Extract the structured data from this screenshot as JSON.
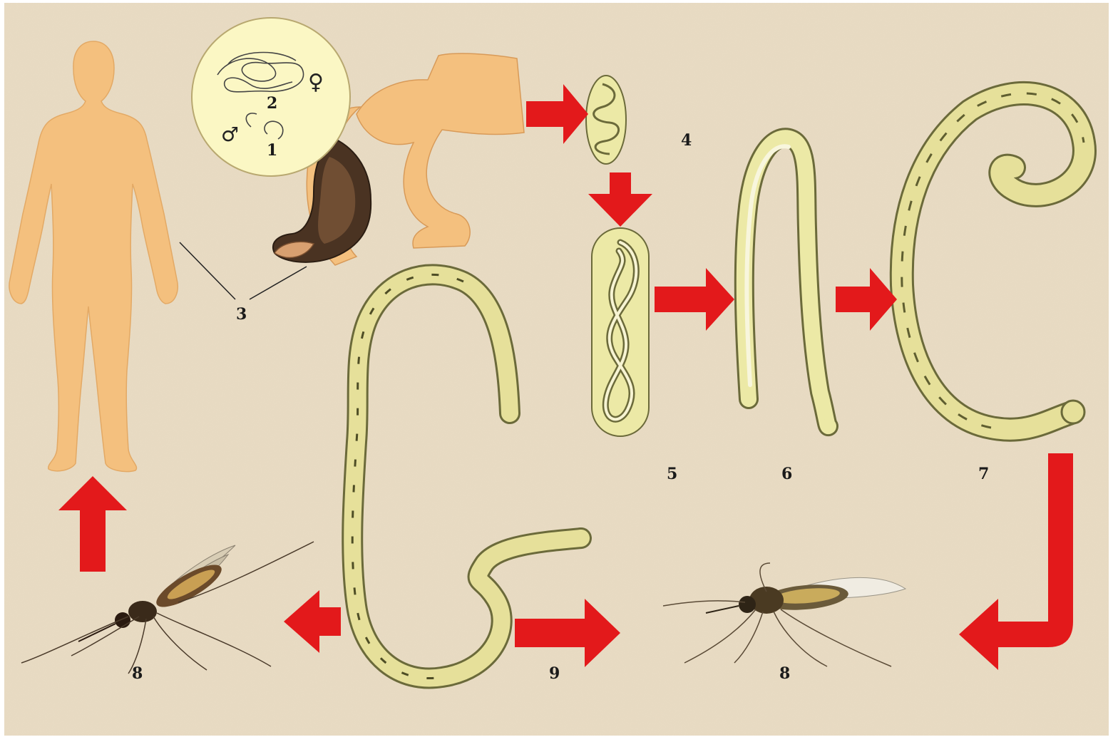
{
  "labels": {
    "l1": "1",
    "l2": "2",
    "l3": "3",
    "l4": "4",
    "l5": "5",
    "l6": "6",
    "l7": "7",
    "l8a": "8",
    "l8b": "8",
    "l9": "9"
  },
  "symbols": {
    "female": "♀",
    "male": "♂"
  },
  "colors": {
    "background": "#e9dcc4",
    "skin": "#f4c07e",
    "arrow": "#e3191b",
    "worm_fill": "#ece9a6",
    "worm_outline": "#6b6a3a",
    "inset_fill": "#fbf7c4"
  }
}
